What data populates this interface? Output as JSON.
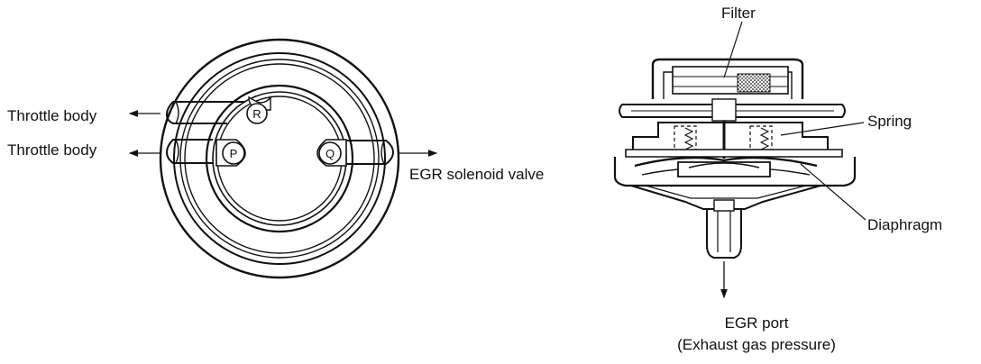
{
  "left_view": {
    "throttle_top": "Throttle body",
    "throttle_bottom": "Throttle body",
    "egr_solenoid": "EGR solenoid valve",
    "port_r": "R",
    "port_p": "P",
    "port_q": "Q"
  },
  "right_view": {
    "filter": "Filter",
    "spring": "Spring",
    "diaphragm": "Diaphragm",
    "egr_port": "EGR port",
    "egr_port_note": "(Exhaust gas pressure)"
  }
}
